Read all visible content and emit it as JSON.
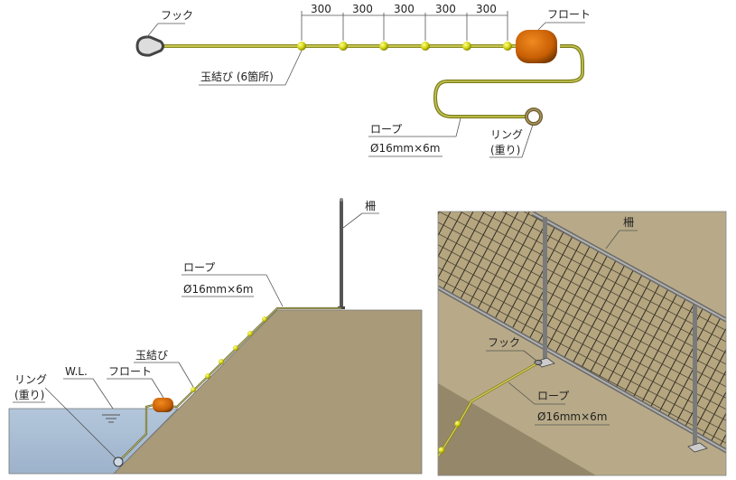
{
  "top_view": {
    "hook_label": "フック",
    "float_label": "フロート",
    "knot_label": "玉結び (6箇所)",
    "rope_label": "ロープ",
    "rope_spec": "Ø16mm×6m",
    "ring_label_line1": "リング",
    "ring_label_line2": "(重り)",
    "spacings": [
      "300",
      "300",
      "300",
      "300",
      "300"
    ]
  },
  "section_view": {
    "fence_label": "柵",
    "rope_label": "ロープ",
    "rope_spec": "Ø16mm×6m",
    "knot_label": "玉結び",
    "float_label": "フロート",
    "wl_label": "W.L.",
    "ring_label_line1": "リング",
    "ring_label_line2": "(重り)"
  },
  "perspective_view": {
    "fence_label": "柵",
    "hook_label": "フック",
    "rope_label": "ロープ",
    "rope_spec": "Ø16mm×6m"
  },
  "colors": {
    "rope": "#a8a838",
    "knot": "#d8d820",
    "float": "#d0680a",
    "soil": "#a89878",
    "water": "#a9bdd3",
    "fence": "#8a8a8a"
  }
}
